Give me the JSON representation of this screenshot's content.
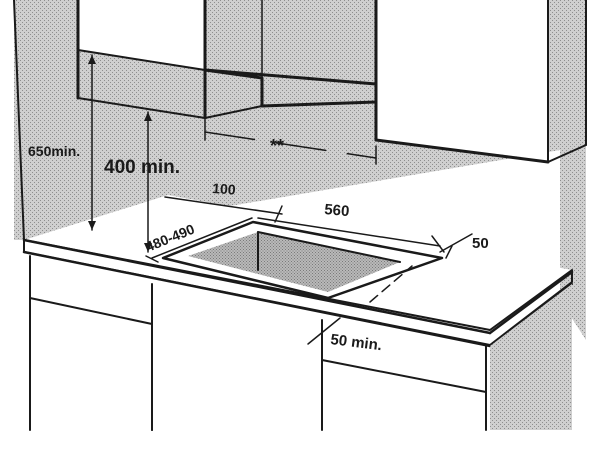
{
  "dimensions": {
    "hood_clearance": "650min.",
    "cabinet_clearance": "400 min.",
    "wall_offset": "100",
    "cutout_width": "560",
    "cutout_depth": "480-490",
    "side_clearance": "50",
    "front_clearance": "50 min.",
    "cabinet_spacing": "**"
  }
}
